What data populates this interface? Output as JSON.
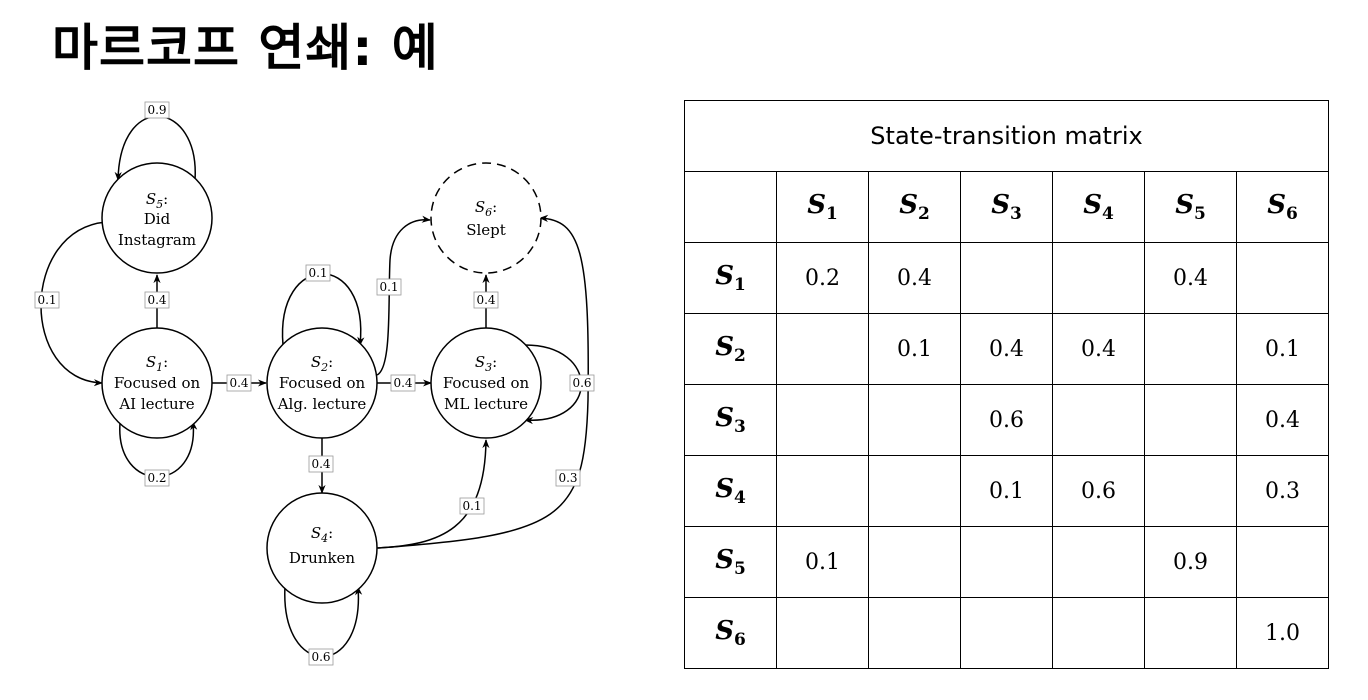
{
  "title": "마르코프 연쇄: 예",
  "diagram": {
    "nodes": [
      {
        "id": "S5",
        "sym": "S",
        "sub": "5",
        "lines": [
          "Did",
          "Instagram"
        ],
        "dashed": false
      },
      {
        "id": "S1",
        "sym": "S",
        "sub": "1",
        "lines": [
          "Focused on",
          "AI lecture"
        ],
        "dashed": false
      },
      {
        "id": "S2",
        "sym": "S",
        "sub": "2",
        "lines": [
          "Focused on",
          "Alg. lecture"
        ],
        "dashed": false
      },
      {
        "id": "S3",
        "sym": "S",
        "sub": "3",
        "lines": [
          "Focused on",
          "ML lecture"
        ],
        "dashed": false
      },
      {
        "id": "S6",
        "sym": "S",
        "sub": "6",
        "lines": [
          "Slept"
        ],
        "dashed": true
      },
      {
        "id": "S4",
        "sym": "S",
        "sub": "4",
        "lines": [
          "Drunken"
        ],
        "dashed": false
      }
    ],
    "edges": [
      {
        "from": "S5",
        "to": "S5",
        "p": "0.9"
      },
      {
        "from": "S1",
        "to": "S5",
        "p": "0.4"
      },
      {
        "from": "S5",
        "to": "S1",
        "p": "0.1"
      },
      {
        "from": "S1",
        "to": "S1",
        "p": "0.2"
      },
      {
        "from": "S1",
        "to": "S2",
        "p": "0.4"
      },
      {
        "from": "S2",
        "to": "S2",
        "p": "0.1"
      },
      {
        "from": "S2",
        "to": "S6",
        "p": "0.1"
      },
      {
        "from": "S2",
        "to": "S3",
        "p": "0.4"
      },
      {
        "from": "S2",
        "to": "S4",
        "p": "0.4"
      },
      {
        "from": "S3",
        "to": "S6",
        "p": "0.4"
      },
      {
        "from": "S3",
        "to": "S3",
        "p": "0.6"
      },
      {
        "from": "S4",
        "to": "S3",
        "p": "0.1"
      },
      {
        "from": "S4",
        "to": "S6",
        "p": "0.3"
      },
      {
        "from": "S4",
        "to": "S4",
        "p": "0.6"
      }
    ]
  },
  "matrix": {
    "title": "State-transition matrix",
    "symbol": "S",
    "labels": [
      "1",
      "2",
      "3",
      "4",
      "5",
      "6"
    ],
    "rows": [
      [
        "0.2",
        "0.4",
        "",
        "",
        "0.4",
        ""
      ],
      [
        "",
        "0.1",
        "0.4",
        "0.4",
        "",
        "0.1"
      ],
      [
        "",
        "",
        "0.6",
        "",
        "",
        "0.4"
      ],
      [
        "",
        "",
        "0.1",
        "0.6",
        "",
        "0.3"
      ],
      [
        "0.1",
        "",
        "",
        "",
        "0.9",
        ""
      ],
      [
        "",
        "",
        "",
        "",
        "",
        "1.0"
      ]
    ]
  }
}
